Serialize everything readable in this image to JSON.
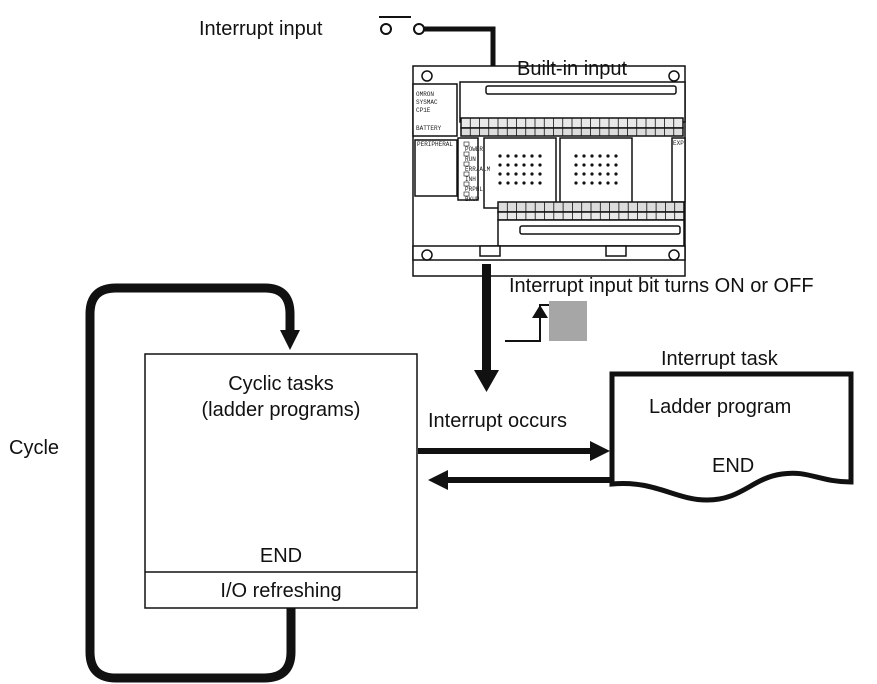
{
  "labels": {
    "interrupt_input": "Interrupt input",
    "built_in_input": "Built-in input",
    "bit_turns": "Interrupt input bit turns ON or OFF",
    "interrupt_task": "Interrupt task",
    "ladder_program": "Ladder program",
    "task_end": "END",
    "interrupt_occurs": "Interrupt occurs",
    "cycle": "Cycle",
    "cyclic_tasks_line1": "Cyclic tasks",
    "cyclic_tasks_line2": "(ladder programs)",
    "cyclic_end": "END",
    "io_refreshing": "I/O refreshing"
  },
  "plc": {
    "brand_lines": [
      "OMRON",
      "SYSMAC",
      "CP1E"
    ],
    "battery": "BATTERY",
    "peripheral": "PERIPHERAL",
    "exp": "EXP",
    "status_leds": [
      "POWER",
      "RUN",
      "ERR/ALM",
      "INH",
      "PRPHL",
      "BKUP"
    ]
  }
}
